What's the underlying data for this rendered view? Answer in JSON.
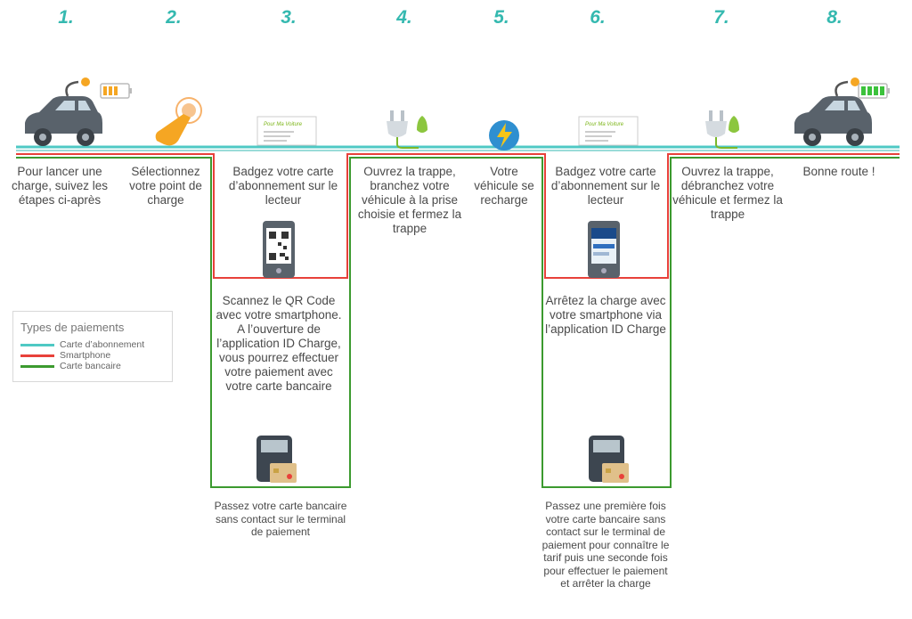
{
  "steps": [
    {
      "num": "1.",
      "text": "Pour lancer une charge, suivez les étapes ci-après"
    },
    {
      "num": "2.",
      "text": "Sélectionnez votre point de charge"
    },
    {
      "num": "3.",
      "text": "Badgez votre carte d’abonnement sur le lecteur",
      "sub": "Scannez le QR Code avec votre smartphone. A l’ouverture de l’application ID Charge, vous pourrez effectuer votre paiement avec votre carte bancaire",
      "bottom": "Passez votre carte bancaire sans contact sur le terminal de paiement"
    },
    {
      "num": "4.",
      "text": "Ouvrez la trappe, branchez votre véhicule à la prise choisie et fermez la trappe"
    },
    {
      "num": "5.",
      "text": "Votre véhicule se recharge"
    },
    {
      "num": "6.",
      "text": "Badgez votre carte d’abonnement sur le lecteur",
      "sub": "Arrêtez la charge avec votre smartphone via l’application ID Charge",
      "bottom": "Passez une première fois votre carte bancaire sans contact sur le terminal de paiement pour connaître le tarif puis une seconde fois pour effectuer le paiement et arrêter la charge"
    },
    {
      "num": "7.",
      "text": "Ouvrez la trappe, débranchez votre véhicule et fermez la trappe"
    },
    {
      "num": "8.",
      "text": "Bonne route !"
    }
  ],
  "legend": {
    "title": "Types de paiements",
    "items": [
      {
        "label": "Carte d’abonnement",
        "color": "#4fc9c4"
      },
      {
        "label": "Smartphone",
        "color": "#e8413a"
      },
      {
        "label": "Carte bancaire",
        "color": "#3c9a2f"
      }
    ]
  },
  "card_label": "Pour Ma Voiture",
  "colors": {
    "teal": "#35b9b0",
    "cyan": "#4fc9c4",
    "red": "#e8413a",
    "green": "#3c9a2f",
    "orange": "#f5a623",
    "car": "#59626b"
  }
}
